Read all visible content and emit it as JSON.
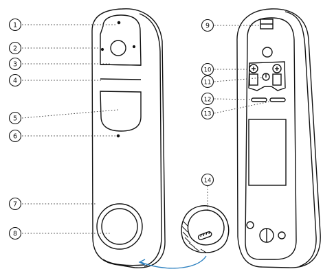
{
  "callouts": {
    "front": [
      "1",
      "2",
      "3",
      "4",
      "5",
      "6",
      "7",
      "8"
    ],
    "back": [
      "9",
      "10",
      "11",
      "12",
      "13"
    ],
    "detail": "14"
  },
  "colors": {
    "line": "#111111",
    "leader": "#444444",
    "accent": "#2a7fbf",
    "fill": "#ffffff"
  },
  "icons": {
    "callout": "numbered-circle",
    "arrow": "curved-arrow",
    "screw": "screw-head"
  }
}
